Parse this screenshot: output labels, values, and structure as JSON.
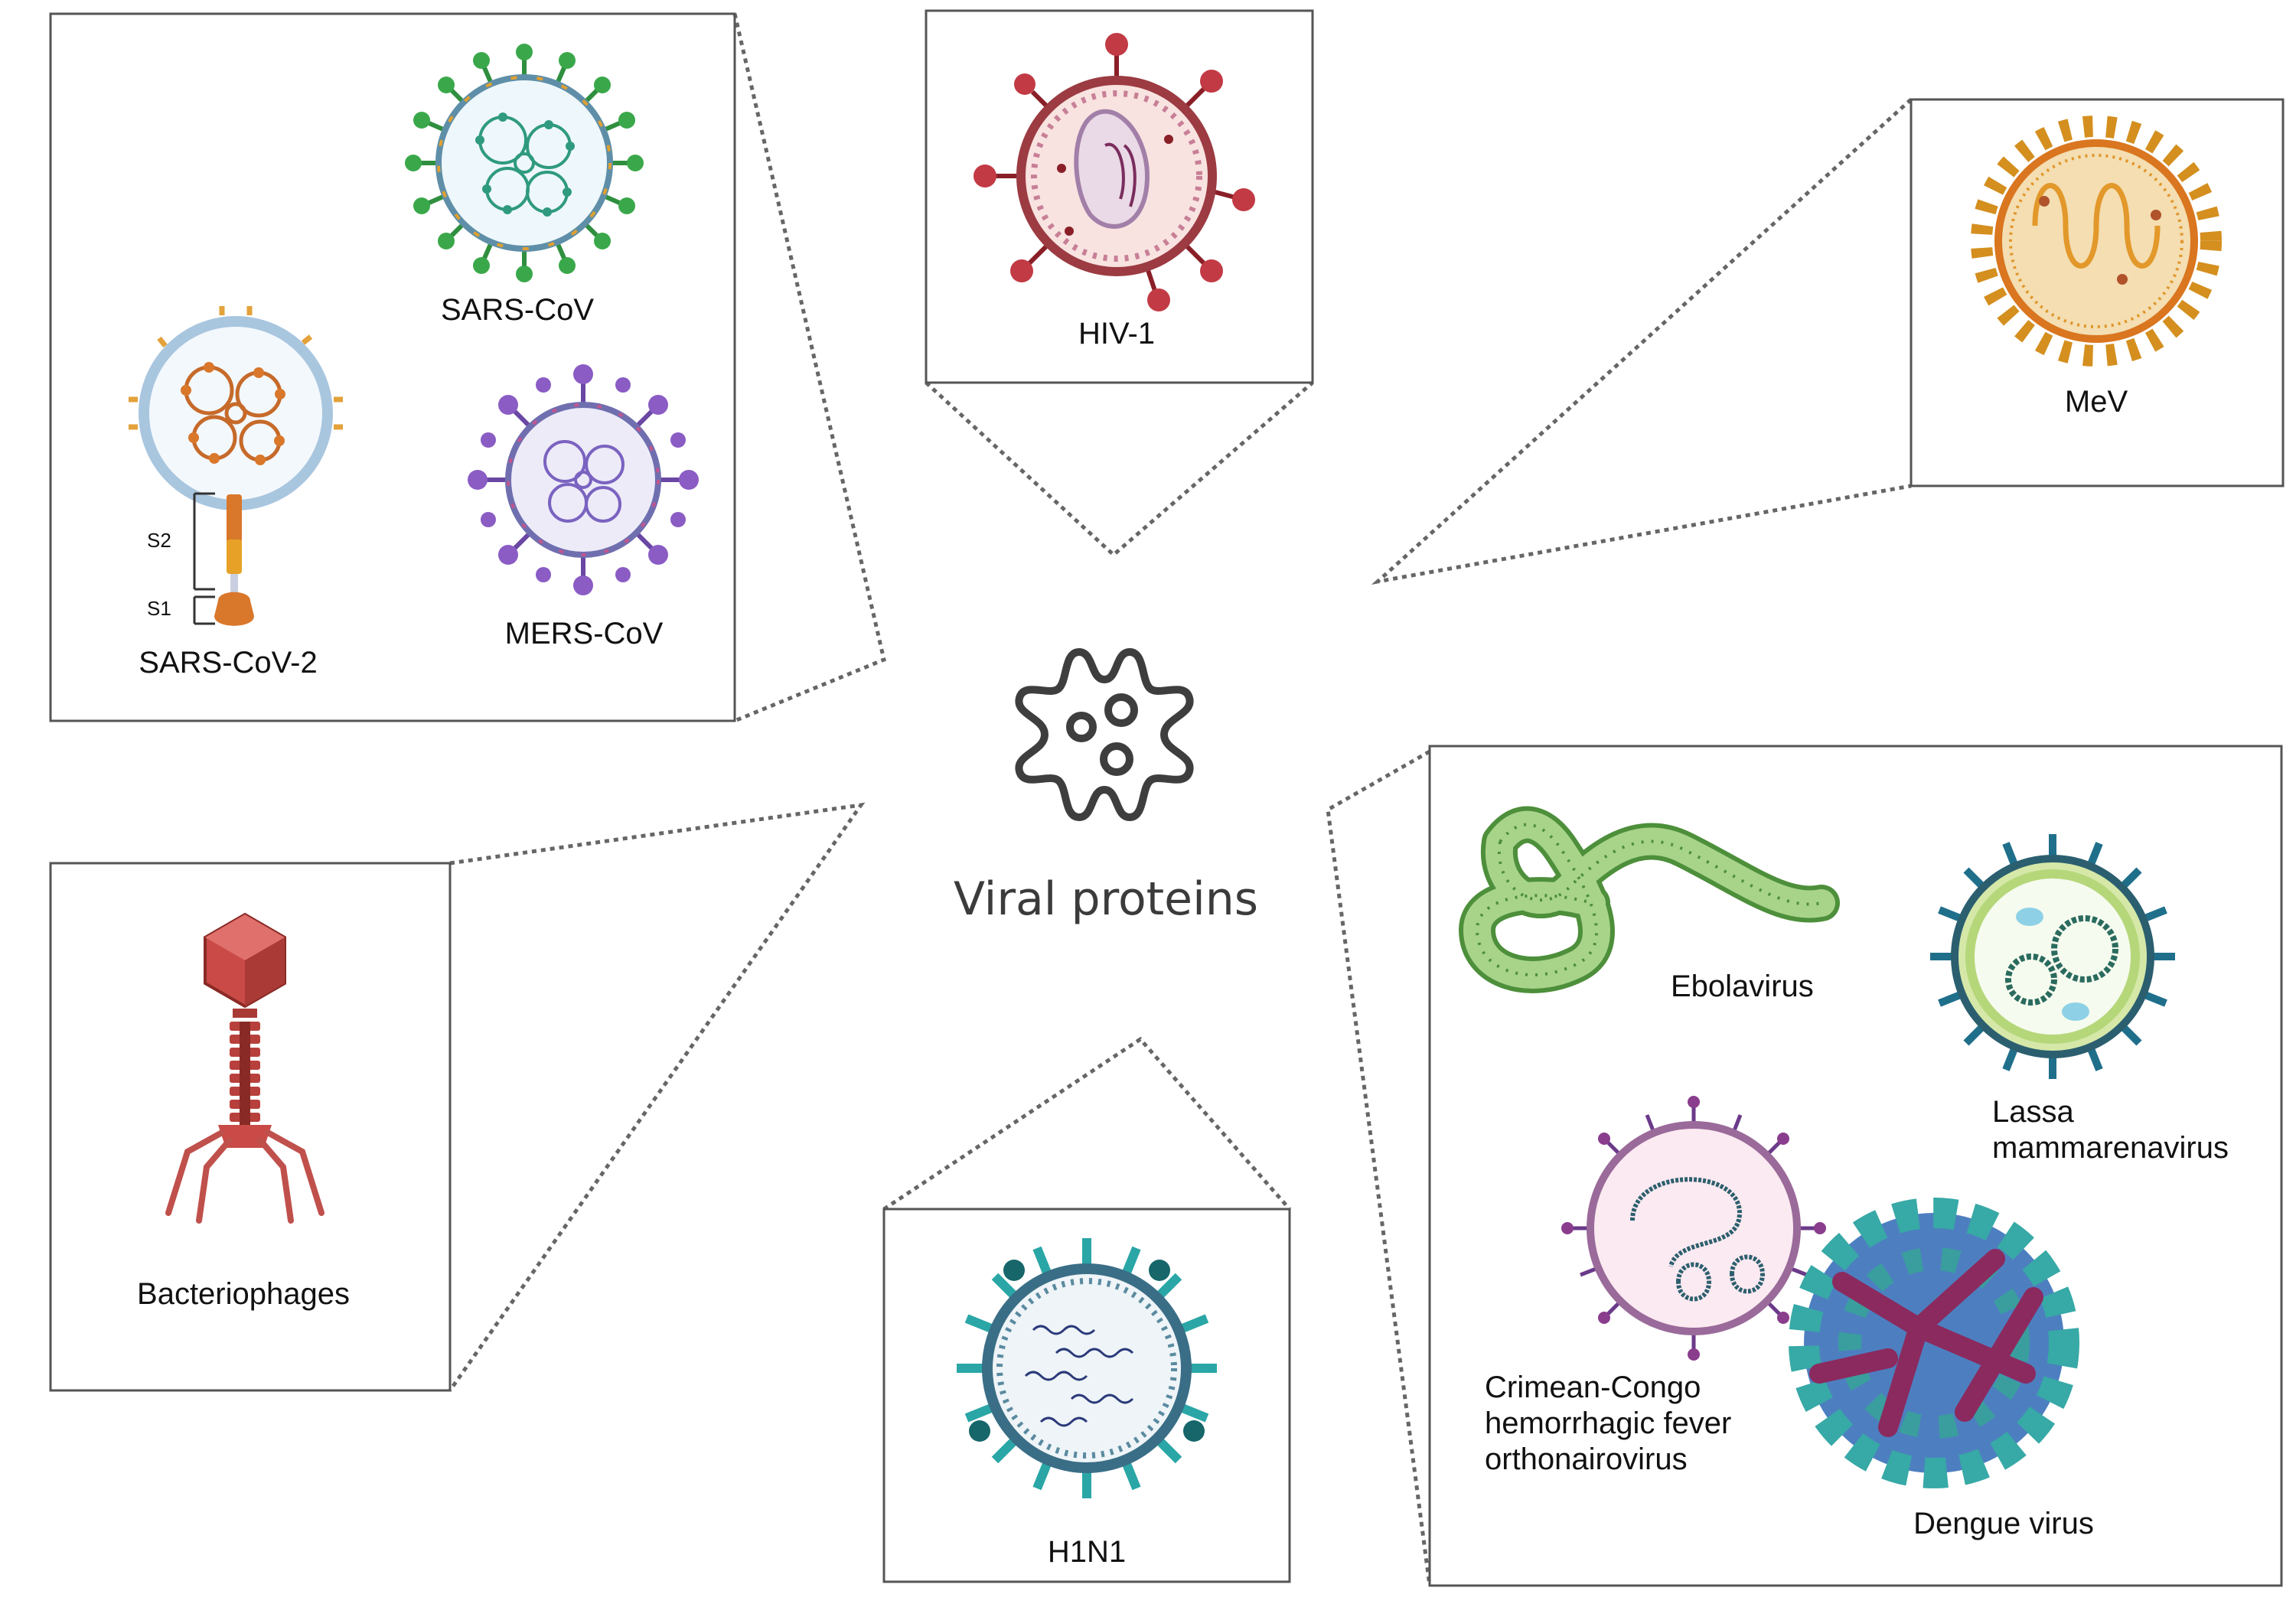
{
  "center": {
    "title": "Viral proteins",
    "icon": "virus-outline-icon"
  },
  "panels": {
    "coronaviruses": {
      "sars_cov": "SARS-CoV",
      "mers_cov": "MERS-CoV",
      "sars_cov_2": "SARS-CoV-2",
      "s2_label": "S2",
      "s1_label": "S1"
    },
    "hiv": {
      "label": "HIV-1"
    },
    "mev": {
      "label": "MeV"
    },
    "bacteriophages": {
      "label": "Bacteriophages"
    },
    "h1n1": {
      "label": "H1N1"
    },
    "hemorrhagic": {
      "ebola": "Ebolavirus",
      "lassa": "Lassa\nmammarenavirus",
      "cchf": "Crimean-Congo\nhemorrhagic fever\northonairovirus",
      "dengue": "Dengue virus"
    }
  },
  "colors": {
    "sars_cov": "#3aa84a",
    "mers_cov": "#7b4fb5",
    "sars_cov_2": "#d9772b",
    "hiv": "#b5363f",
    "mev": "#d48f1f",
    "phage": "#c94a46",
    "h1n1": "#2aa6a6",
    "ebola": "#6fb052",
    "lassa": "#1f6f8b",
    "cchf": "#8a3d8d",
    "dengue": "#8b2a5e"
  }
}
